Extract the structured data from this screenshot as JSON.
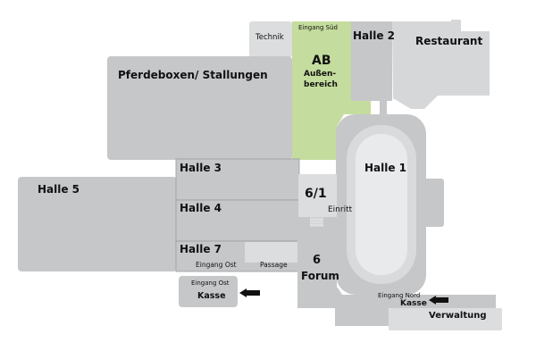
{
  "map": {
    "colors": {
      "building": "#c6c7c9",
      "light": "#dcdddf",
      "green": "#c4dc9d",
      "arena": "#e9eaeb"
    },
    "areas": {
      "technik": "Technik",
      "eingang_sued": "Eingang Süd",
      "ab": "AB",
      "aussen1": "Außen-",
      "aussen2": "bereich",
      "halle2": "Halle 2",
      "restaurant": "Restaurant",
      "pferdeboxen": "Pferdeboxen/ Stallungen",
      "halle1": "Halle 1",
      "halle3": "Halle 3",
      "halle4": "Halle 4",
      "halle5": "Halle 5",
      "halle7": "Halle 7",
      "eingang_ost": "Eingang Ost",
      "passage": "Passage",
      "h61": "6/1",
      "einritt": "Einritt",
      "forum_num": "6",
      "forum": "Forum",
      "kasse_ost_top": "Eingang Ost",
      "kasse_ost": "Kasse",
      "eingang_nord": "Eingang Nord",
      "kasse_nord": "Kasse",
      "verwaltung": "Verwaltung"
    }
  }
}
